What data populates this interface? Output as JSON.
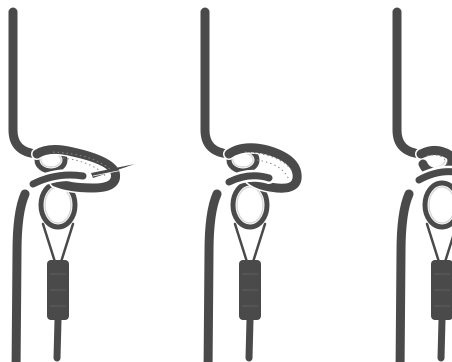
{
  "illustration": {
    "subject": "knot-tying-sequence",
    "steps": [
      {
        "step": 1,
        "has_needle": true
      },
      {
        "step": 2,
        "has_needle": false
      },
      {
        "step": 3,
        "has_needle": false
      }
    ],
    "colors": {
      "rope": "#4a4a4a",
      "highlight": "#d8d8d8",
      "background": "#ffffff"
    }
  }
}
